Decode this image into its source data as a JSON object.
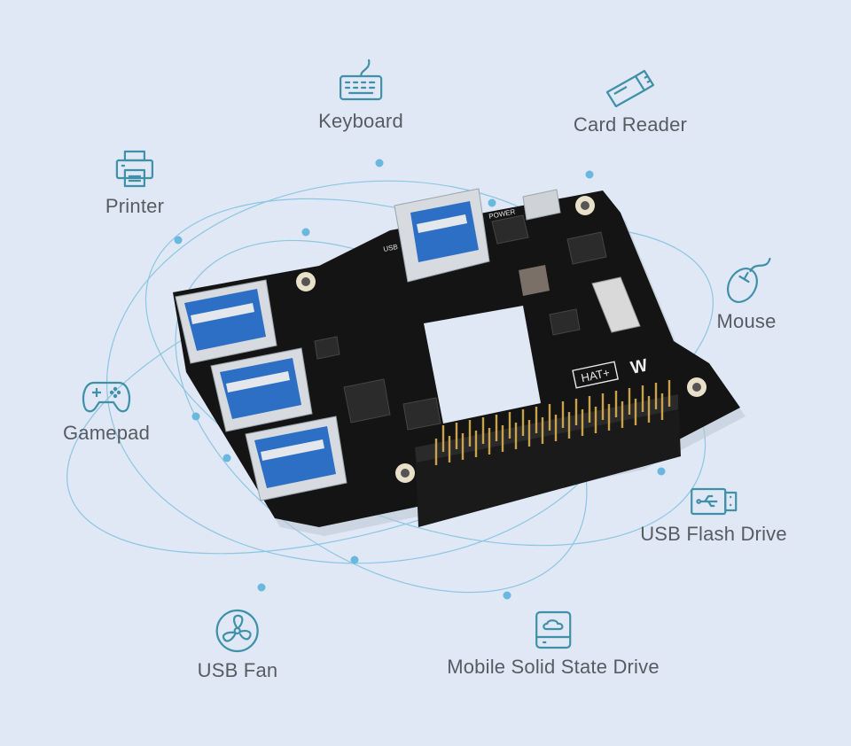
{
  "devices": {
    "keyboard": {
      "label": "Keyboard",
      "icon": "keyboard-icon"
    },
    "card_reader": {
      "label": "Card Reader",
      "icon": "card-reader-icon"
    },
    "printer": {
      "label": "Printer",
      "icon": "printer-icon"
    },
    "mouse": {
      "label": "Mouse",
      "icon": "mouse-icon"
    },
    "gamepad": {
      "label": "Gamepad",
      "icon": "gamepad-icon"
    },
    "usb_flash_drive": {
      "label": "USB Flash Drive",
      "icon": "usb-flash-drive-icon"
    },
    "usb_fan": {
      "label": "USB Fan",
      "icon": "fan-icon"
    },
    "mobile_ssd": {
      "label": "Mobile Solid State Drive",
      "icon": "ssd-icon"
    }
  },
  "board": {
    "silkscreen_power": "POWER",
    "silkscreen_usb": "USB",
    "badge": "HAT+",
    "brand": "W"
  },
  "colors": {
    "background": "#dfe8f4",
    "icon_stroke": "#3f90a8",
    "orbit_line": "#8dc6e2",
    "orbit_dot": "#6ab8de",
    "label_text": "#575c63",
    "pcb": "#141414",
    "usb_blue": "#2d6fc4"
  }
}
